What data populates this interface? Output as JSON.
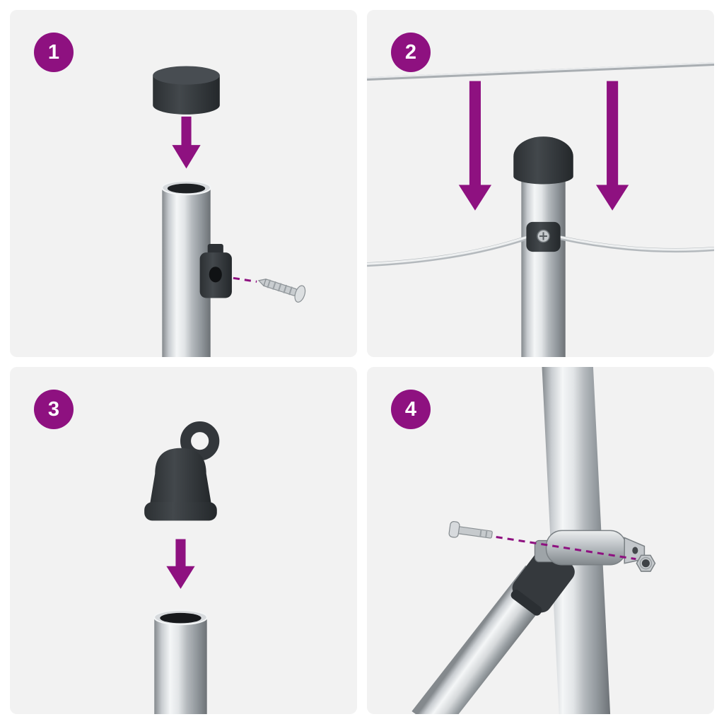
{
  "document": {
    "type": "assembly-instruction-sheet",
    "subject": "fence-post-fittings-installation",
    "layout_hint": "4-step grid, 2 columns x 2 rows, numbered badges"
  },
  "colors": {
    "accent_purple": "#8E1180",
    "panel_background": "#F2F2F2",
    "page_background": "#FFFFFF",
    "badge_text": "#FFFFFF",
    "dark_fitting": "#34383C",
    "metal_light": "#F4F6F7",
    "metal_dark": "#6E7377",
    "wire_light": "#EFF1F2"
  },
  "steps": [
    {
      "number": "1",
      "action": "press-round-cap-onto-post-and-screw-on-side-bracket",
      "parts": [
        "round-post-cap",
        "down-arrow",
        "open-top-metal-post",
        "wire-holder-bracket",
        "screw"
      ]
    },
    {
      "number": "2",
      "action": "lower-tension-wire-and-fix-into-wire-clip-on-capped-post",
      "parts": [
        "tension-wire-top",
        "down-arrow-left",
        "down-arrow-right",
        "capped-post",
        "wire-clip-with-screw",
        "tension-wire-lower"
      ]
    },
    {
      "number": "3",
      "action": "press-eyelet-cap-onto-open-post",
      "parts": [
        "eyelet-cap",
        "down-arrow",
        "open-top-metal-post"
      ]
    },
    {
      "number": "4",
      "action": "bolt-brace-band-with-diagonal-brace-to-post",
      "parts": [
        "vertical-post",
        "diagonal-brace",
        "brace-connector",
        "brace-band-clamp",
        "bolt",
        "hex-nut"
      ]
    }
  ]
}
